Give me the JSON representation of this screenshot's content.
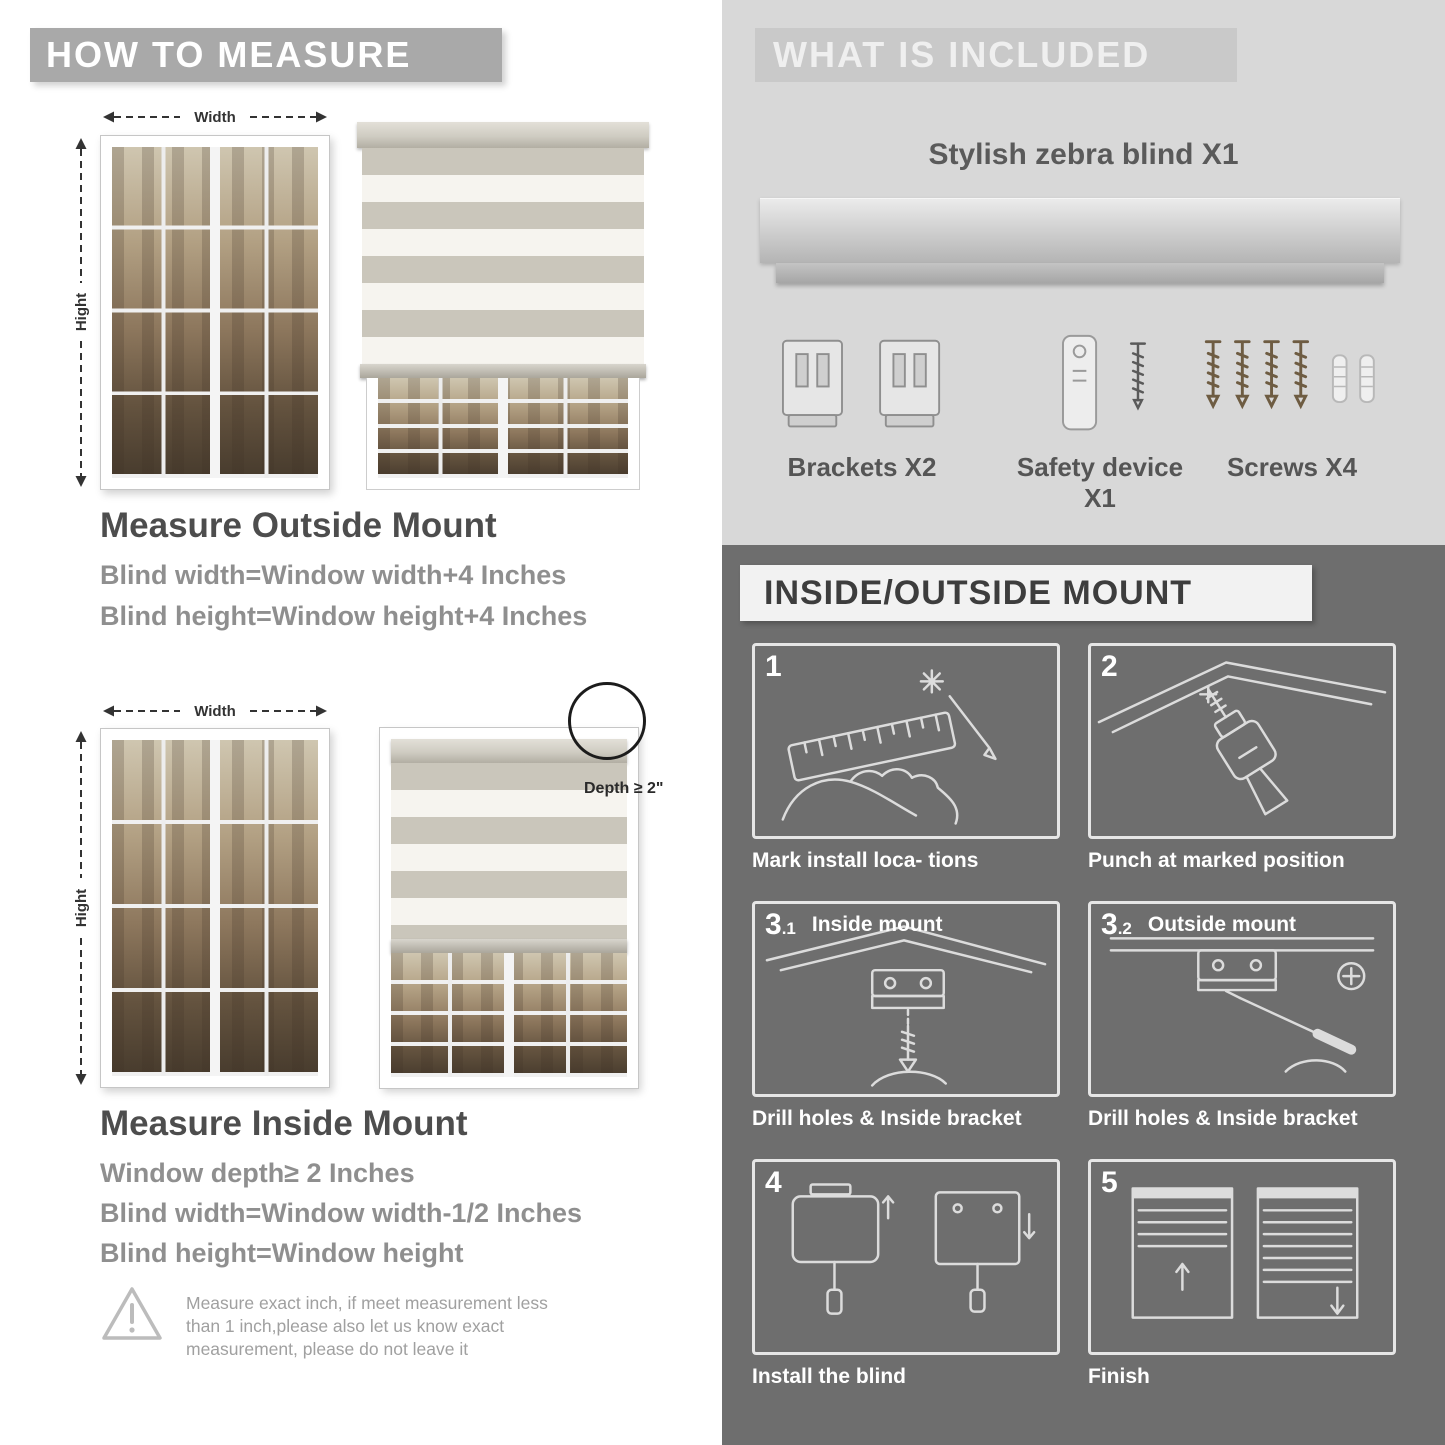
{
  "left": {
    "header": "HOW TO MEASURE",
    "measure_labels": {
      "width": "Width",
      "height": "Hight"
    },
    "outside": {
      "title": "Measure Outside Mount",
      "lines": [
        "Blind width=Window width+4 Inches",
        "Blind height=Window height+4 Inches"
      ]
    },
    "inside": {
      "title": "Measure Inside Mount",
      "depth_label": "Depth ≥ 2\"",
      "lines": [
        "Window depth≥ 2 Inches",
        "Blind width=Window width-1/2 Inches",
        "Blind height=Window height"
      ]
    },
    "warning": {
      "lines": [
        "Measure exact inch, if meet measurement less",
        "than 1 inch,please also let us know exact",
        "measurement, please do not leave it"
      ]
    }
  },
  "right": {
    "included": {
      "header": "WHAT IS INCLUDED",
      "blind_label": "Stylish zebra blind X1",
      "items": [
        {
          "label": "Brackets X2"
        },
        {
          "label": "Safety device X1"
        },
        {
          "label": "Screws X4"
        }
      ]
    },
    "mount": {
      "header": "INSIDE/OUTSIDE MOUNT",
      "steps": [
        {
          "num": "1",
          "caption": "Mark install loca- tions"
        },
        {
          "num": "2",
          "caption": "Punch at  marked position"
        },
        {
          "num": "3",
          "sub": ".1",
          "label": "Inside mount",
          "caption": "Drill holes &  Inside bracket"
        },
        {
          "num": "3",
          "sub": ".2",
          "label": "Outside mount",
          "caption": "Drill holes &  Inside bracket"
        },
        {
          "num": "4",
          "caption": "Install the blind"
        },
        {
          "num": "5",
          "caption": "Finish"
        }
      ]
    }
  },
  "colors": {
    "banner_gray": "#a9a9a9",
    "light_panel": "#d8d8d8",
    "dark_panel": "#6e6e6e",
    "heading_dark": "#4d4d4d",
    "formula_gray": "#8f8f8f"
  }
}
